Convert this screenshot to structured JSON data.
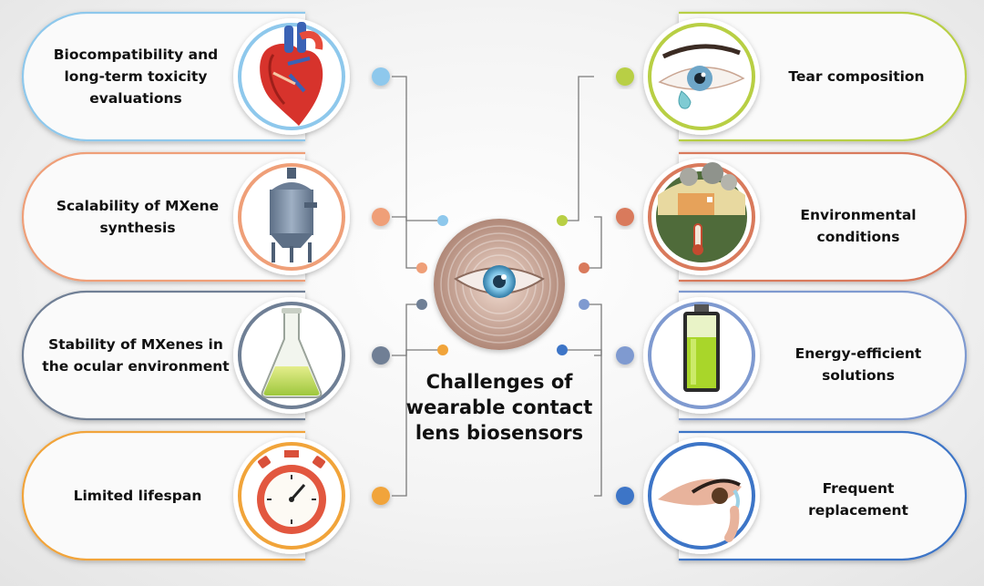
{
  "title": "Challenges of wearable contact lens biosensors",
  "colors": {
    "blue_light": "#8ec8ec",
    "salmon": "#ef9f78",
    "slate": "#6f7f95",
    "orange": "#f1a43a",
    "lime": "#b8cf44",
    "rust": "#d97a5c",
    "periwinkle": "#7f9ad0",
    "royal_blue": "#3d75c7"
  },
  "left_items": [
    {
      "label": "Biocompatibility and long-term toxicity evaluations",
      "icon": "heart-icon",
      "color": "#8ec8ec"
    },
    {
      "label": "Scalability of MXene synthesis",
      "icon": "reactor-tank-icon",
      "color": "#ef9f78"
    },
    {
      "label": "Stability of MXenes in the ocular environment",
      "icon": "flask-icon",
      "color": "#6f7f95"
    },
    {
      "label": "Limited lifespan",
      "icon": "stopwatch-icon",
      "color": "#f1a43a"
    }
  ],
  "right_items": [
    {
      "label": "Tear composition",
      "icon": "tearful-eye-icon",
      "color": "#b8cf44"
    },
    {
      "label": "Environmental conditions",
      "icon": "polluted-planet-icon",
      "color": "#d97a5c"
    },
    {
      "label": "Energy-efficient solutions",
      "icon": "battery-icon",
      "color": "#7f9ad0"
    },
    {
      "label": "Frequent replacement",
      "icon": "contact-lens-eye-icon",
      "color": "#3d75c7"
    }
  ],
  "center_icon": "contact-lens-eye-icon"
}
